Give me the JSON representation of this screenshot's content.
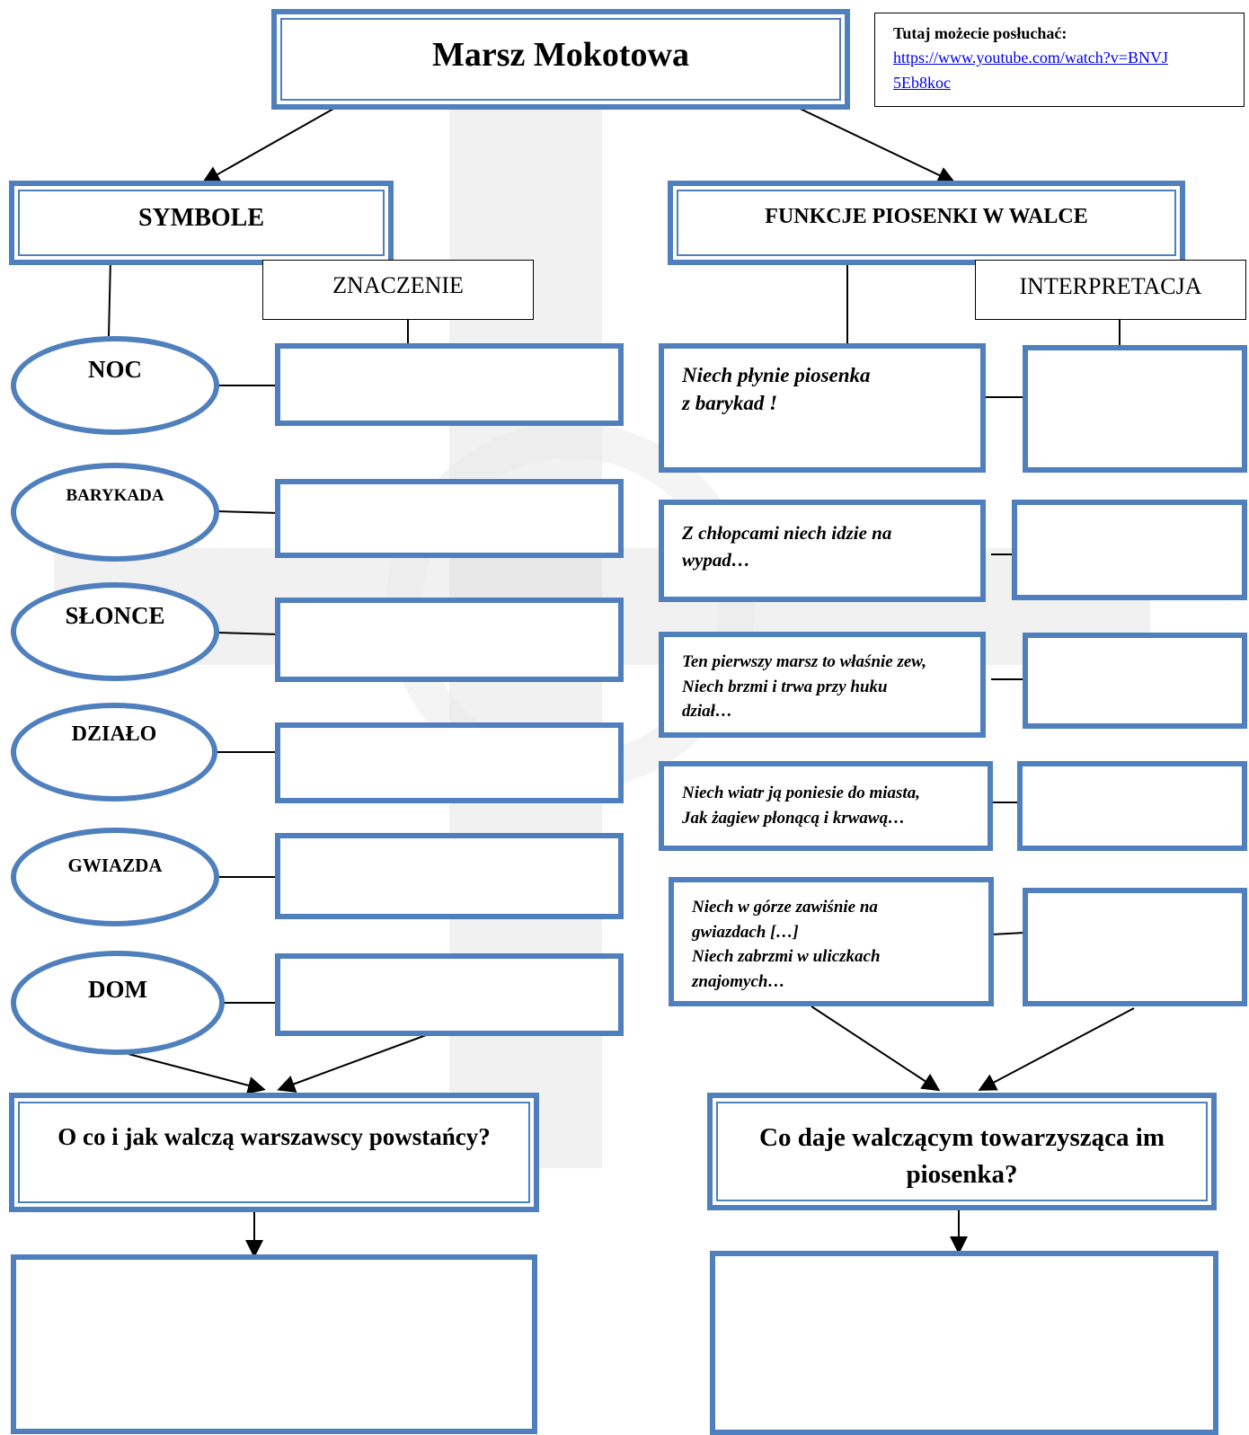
{
  "title": "Marsz Mokotowa",
  "listen": {
    "label": "Tutaj możecie posłuchać:",
    "link_line1": "https://www.youtube.com/watch?v=BNVJ",
    "link_line2": "5Eb8koc"
  },
  "left": {
    "header": "SYMBOLE",
    "sub_header": "ZNACZENIE",
    "symbols": [
      "NOC",
      "BARYKADA",
      "SŁONCE",
      "DZIAŁO",
      "GWIAZDA",
      "DOM"
    ],
    "question": "O co i jak walczą warszawscy powstańcy?"
  },
  "right": {
    "header": "FUNKCJE PIOSENKI W WALCE",
    "sub_header": "INTERPRETACJA",
    "quotes": [
      "Niech płynie piosenka\nz barykad !",
      "Z chłopcami niech idzie na\nwypad…",
      "Ten pierwszy marsz to właśnie zew,\nNiech brzmi i trwa przy huku\ndział…",
      "Niech wiatr ją poniesie do miasta,\nJak żagiew płonącą i krwawą…",
      "Niech w górze zawiśnie na\ngwiazdach […]\nNiech zabrzmi w uliczkach\nznajomych…"
    ],
    "question": "Co daje walczącym towarzysząca im piosenka?"
  },
  "colors": {
    "frame_blue": "#4f7fbd",
    "line": "#000000"
  }
}
